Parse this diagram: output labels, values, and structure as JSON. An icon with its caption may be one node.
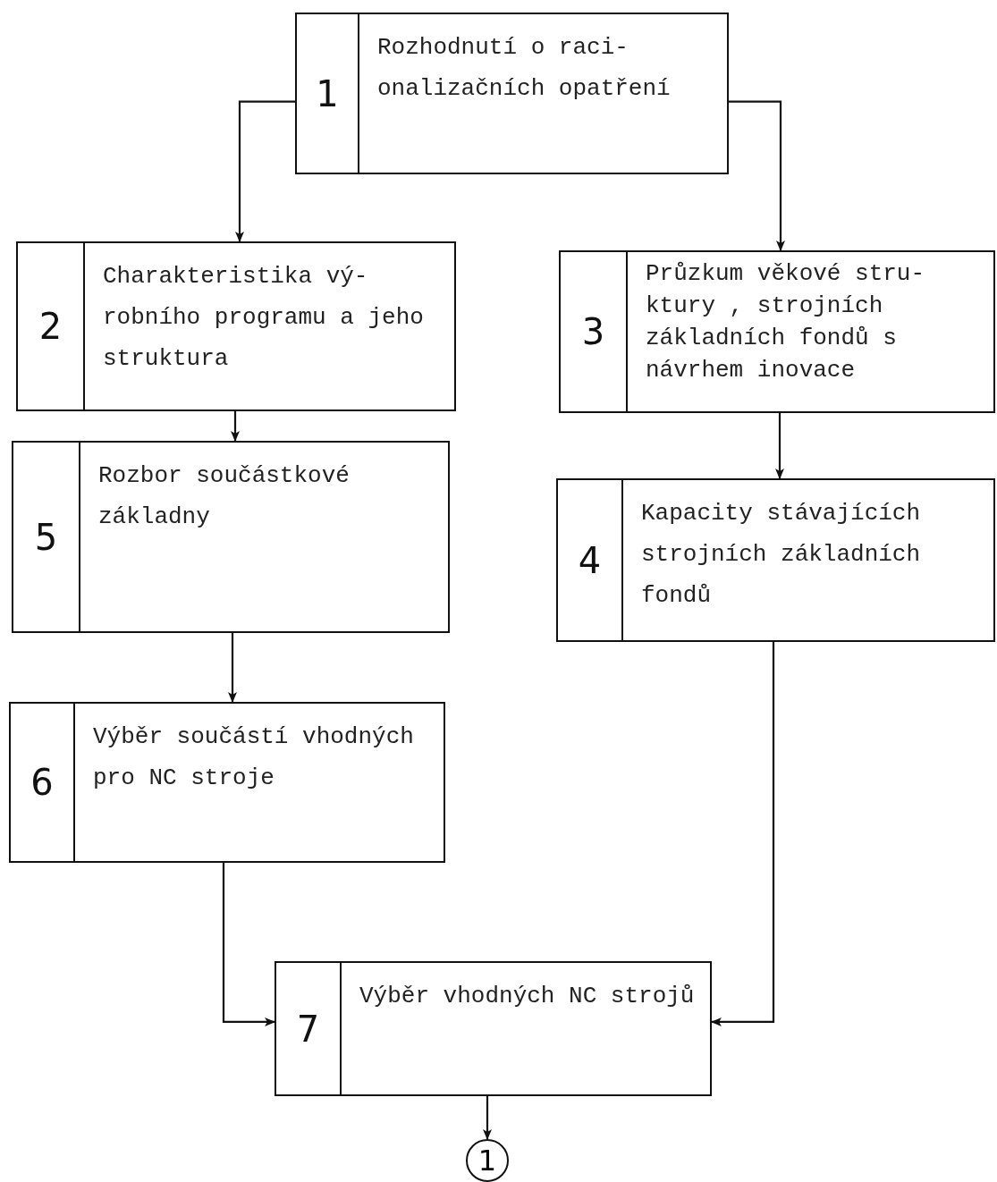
{
  "diagram": {
    "nodes": [
      {
        "text": [
          "1",
          "Rozhodnutí o raci-onalizačních opatření"
        ]
      },
      {
        "text": [
          "2",
          "Charakteristika vý-robního programu a jeho struktura"
        ]
      },
      {
        "text": [
          "3",
          "Průzkum věkové stru-ktury , strojních základních fondů s návrhem inovace"
        ]
      },
      {
        "text": [
          "4",
          "Kapacity stávajících strojních základních fondů"
        ]
      },
      {
        "text": [
          "5",
          "Rozbor součástkové základny"
        ]
      },
      {
        "text": [
          "6",
          "Výběr součástí vhodných pro NC stroje"
        ]
      },
      {
        "text": [
          "7",
          "Výběr vhodných NC strojů"
        ]
      },
      {
        "text": [
          "1"
        ]
      }
    ],
    "edges": [
      {
        "from": 0,
        "to": 1,
        "arrow": "to"
      },
      {
        "from": 0,
        "to": 2,
        "arrow": "to"
      },
      {
        "from": 1,
        "to": 4,
        "arrow": "to"
      },
      {
        "from": 2,
        "to": 3,
        "arrow": "to"
      },
      {
        "from": 4,
        "to": 5,
        "arrow": "to"
      },
      {
        "from": 5,
        "to": 6,
        "arrow": "to"
      },
      {
        "from": 3,
        "to": 6,
        "arrow": "to"
      },
      {
        "from": 6,
        "to": 7,
        "arrow": "to"
      }
    ]
  }
}
